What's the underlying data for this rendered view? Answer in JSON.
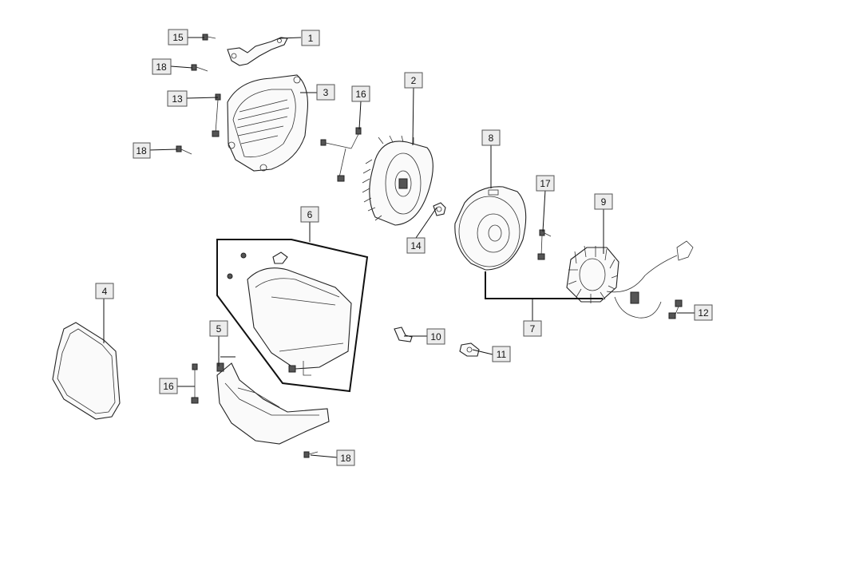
{
  "callouts": [
    {
      "id": "c1",
      "label": "1"
    },
    {
      "id": "c2",
      "label": "2"
    },
    {
      "id": "c3",
      "label": "3"
    },
    {
      "id": "c4",
      "label": "4"
    },
    {
      "id": "c5",
      "label": "5"
    },
    {
      "id": "c6",
      "label": "6"
    },
    {
      "id": "c7",
      "label": "7"
    },
    {
      "id": "c8",
      "label": "8"
    },
    {
      "id": "c9",
      "label": "9"
    },
    {
      "id": "c10",
      "label": "10"
    },
    {
      "id": "c11",
      "label": "11"
    },
    {
      "id": "c12",
      "label": "12"
    },
    {
      "id": "c13",
      "label": "13"
    },
    {
      "id": "c14",
      "label": "14"
    },
    {
      "id": "c15",
      "label": "15"
    },
    {
      "id": "c16a",
      "label": "16"
    },
    {
      "id": "c16b",
      "label": "16"
    },
    {
      "id": "c17",
      "label": "17"
    },
    {
      "id": "c18a",
      "label": "18"
    },
    {
      "id": "c18b",
      "label": "18"
    },
    {
      "id": "c18c",
      "label": "18"
    }
  ]
}
